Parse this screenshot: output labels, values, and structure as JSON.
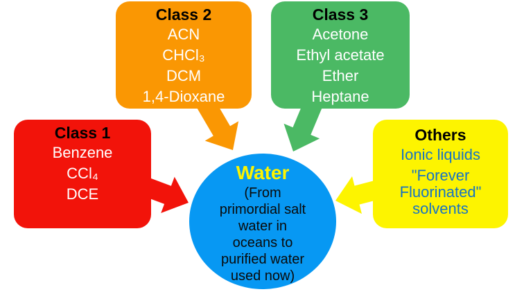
{
  "background": "#FFFFFF",
  "colors": {
    "class1_red": "#F2130A",
    "class2_orange": "#FA9703",
    "class3_green": "#4BB964",
    "others_yellow": "#FDF400",
    "water_blue": "#0798F3",
    "others_text_blue": "#1673C4",
    "water_title_yellow": "#FDF400",
    "box_title_black": "#000000",
    "box_item_white": "#FFFFFF",
    "water_sub_black": "#0A0A0A"
  },
  "boxes": {
    "class1": {
      "title": "Class 1",
      "items": [
        "Benzene",
        "CCl₄",
        "DCE"
      ]
    },
    "class2": {
      "title": "Class 2",
      "items": [
        "ACN",
        "CHCl₃",
        "DCM",
        "1,4-Dioxane"
      ]
    },
    "class3": {
      "title": "Class 3",
      "items": [
        "Acetone",
        "Ethyl acetate",
        "Ether",
        "Heptane"
      ]
    },
    "others": {
      "title": "Others",
      "items": [
        "Ionic liquids",
        "\"Forever Fluorinated\" solvents"
      ]
    }
  },
  "center": {
    "title": "Water",
    "subtitle_lines": [
      "(From",
      "primordial salt",
      "water in",
      "oceans to",
      "purified water",
      "used now)"
    ]
  }
}
